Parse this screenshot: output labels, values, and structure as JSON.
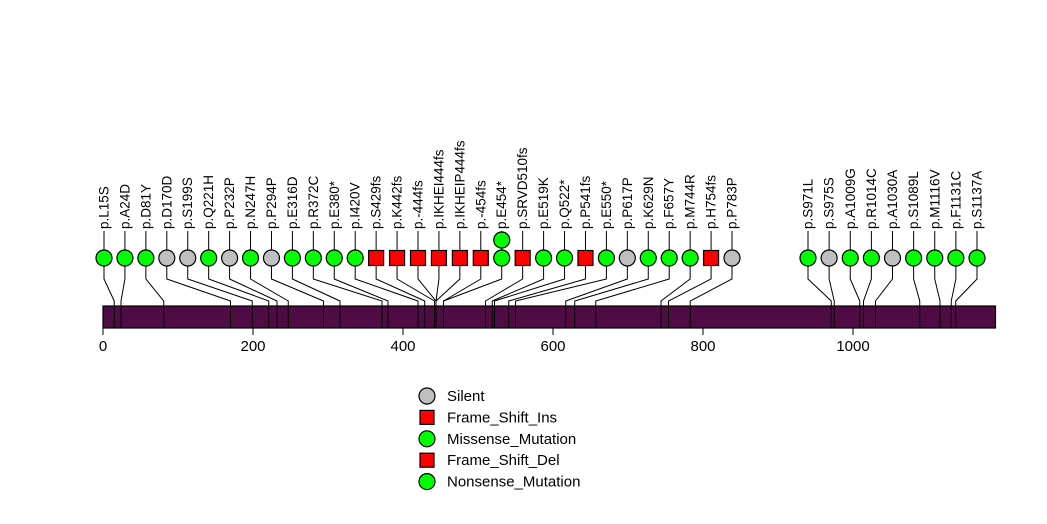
{
  "chart_data": {
    "type": "lollipop",
    "title": "",
    "xlabel": "",
    "ylabel": "",
    "axis": {
      "ticks": [
        0,
        200,
        400,
        600,
        800,
        1000
      ],
      "xlim": [
        0,
        1190
      ],
      "protein_length": 1190
    },
    "bar_color": "#4F0C44",
    "marker_outline": "#000000",
    "legend": [
      {
        "label": "Silent",
        "shape": "circle",
        "color": "#BFBFBF"
      },
      {
        "label": "Frame_Shift_Ins",
        "shape": "square",
        "color": "#FF0000"
      },
      {
        "label": "Missense_Mutation",
        "shape": "circle",
        "color": "#00FF00"
      },
      {
        "label": "Frame_Shift_Del",
        "shape": "square",
        "color": "#FF0000"
      },
      {
        "label": "Nonsense_Mutation",
        "shape": "circle",
        "color": "#00FF00"
      }
    ],
    "mutations": [
      {
        "label": "p.L15S",
        "pos": 15,
        "type": "Missense_Mutation",
        "count": 1
      },
      {
        "label": "p.A24D",
        "pos": 24,
        "type": "Missense_Mutation",
        "count": 1
      },
      {
        "label": "p.D81Y",
        "pos": 81,
        "type": "Missense_Mutation",
        "count": 1
      },
      {
        "label": "p.D170D",
        "pos": 170,
        "type": "Silent",
        "count": 1
      },
      {
        "label": "p.S199S",
        "pos": 199,
        "type": "Silent",
        "count": 1
      },
      {
        "label": "p.Q221H",
        "pos": 221,
        "type": "Missense_Mutation",
        "count": 1
      },
      {
        "label": "p.P232P",
        "pos": 232,
        "type": "Silent",
        "count": 1
      },
      {
        "label": "p.N247H",
        "pos": 247,
        "type": "Missense_Mutation",
        "count": 1
      },
      {
        "label": "p.P294P",
        "pos": 294,
        "type": "Silent",
        "count": 1
      },
      {
        "label": "p.E316D",
        "pos": 316,
        "type": "Missense_Mutation",
        "count": 1
      },
      {
        "label": "p.R372C",
        "pos": 372,
        "type": "Missense_Mutation",
        "count": 1
      },
      {
        "label": "p.E380*",
        "pos": 380,
        "type": "Nonsense_Mutation",
        "count": 1
      },
      {
        "label": "p.I420V",
        "pos": 420,
        "type": "Missense_Mutation",
        "count": 1
      },
      {
        "label": "p.S429fs",
        "pos": 429,
        "type": "Frame_Shift_Del",
        "count": 1
      },
      {
        "label": "p.K442fs",
        "pos": 442,
        "type": "Frame_Shift_Ins",
        "count": 1
      },
      {
        "label": "p.-444fs",
        "pos": 444,
        "type": "Frame_Shift_Del",
        "count": 1
      },
      {
        "label": "p.IKHEI444fs",
        "pos": 444,
        "type": "Frame_Shift_Ins",
        "count": 1
      },
      {
        "label": "p.IKHEIP444fs",
        "pos": 444,
        "type": "Frame_Shift_Ins",
        "count": 1
      },
      {
        "label": "p.-454fs",
        "pos": 454,
        "type": "Frame_Shift_Del",
        "count": 1
      },
      {
        "label": "p.E454*",
        "pos": 454,
        "type": "Nonsense_Mutation",
        "count": 2
      },
      {
        "label": "p.SRVD510fs",
        "pos": 510,
        "type": "Frame_Shift_Ins",
        "count": 1
      },
      {
        "label": "p.E519K",
        "pos": 519,
        "type": "Missense_Mutation",
        "count": 1
      },
      {
        "label": "p.Q522*",
        "pos": 522,
        "type": "Nonsense_Mutation",
        "count": 1
      },
      {
        "label": "p.P541fs",
        "pos": 541,
        "type": "Frame_Shift_Del",
        "count": 1
      },
      {
        "label": "p.E550*",
        "pos": 550,
        "type": "Nonsense_Mutation",
        "count": 1
      },
      {
        "label": "p.P617P",
        "pos": 617,
        "type": "Silent",
        "count": 1
      },
      {
        "label": "p.K629N",
        "pos": 629,
        "type": "Missense_Mutation",
        "count": 1
      },
      {
        "label": "p.F657Y",
        "pos": 657,
        "type": "Missense_Mutation",
        "count": 1
      },
      {
        "label": "p.M744R",
        "pos": 744,
        "type": "Missense_Mutation",
        "count": 1
      },
      {
        "label": "p.H754fs",
        "pos": 754,
        "type": "Frame_Shift_Del",
        "count": 1
      },
      {
        "label": "p.P783P",
        "pos": 783,
        "type": "Silent",
        "count": 1
      },
      {
        "label": "p.S971L",
        "pos": 971,
        "type": "Missense_Mutation",
        "count": 1
      },
      {
        "label": "p.S975S",
        "pos": 975,
        "type": "Silent",
        "count": 1
      },
      {
        "label": "p.A1009G",
        "pos": 1009,
        "type": "Missense_Mutation",
        "count": 1
      },
      {
        "label": "p.R1014C",
        "pos": 1014,
        "type": "Missense_Mutation",
        "count": 1
      },
      {
        "label": "p.A1030A",
        "pos": 1030,
        "type": "Silent",
        "count": 1
      },
      {
        "label": "p.S1089L",
        "pos": 1089,
        "type": "Missense_Mutation",
        "count": 1
      },
      {
        "label": "p.M1116V",
        "pos": 1116,
        "type": "Missense_Mutation",
        "count": 1
      },
      {
        "label": "p.F1131C",
        "pos": 1131,
        "type": "Missense_Mutation",
        "count": 1
      },
      {
        "label": "p.S1137A",
        "pos": 1137,
        "type": "Missense_Mutation",
        "count": 1
      }
    ]
  }
}
